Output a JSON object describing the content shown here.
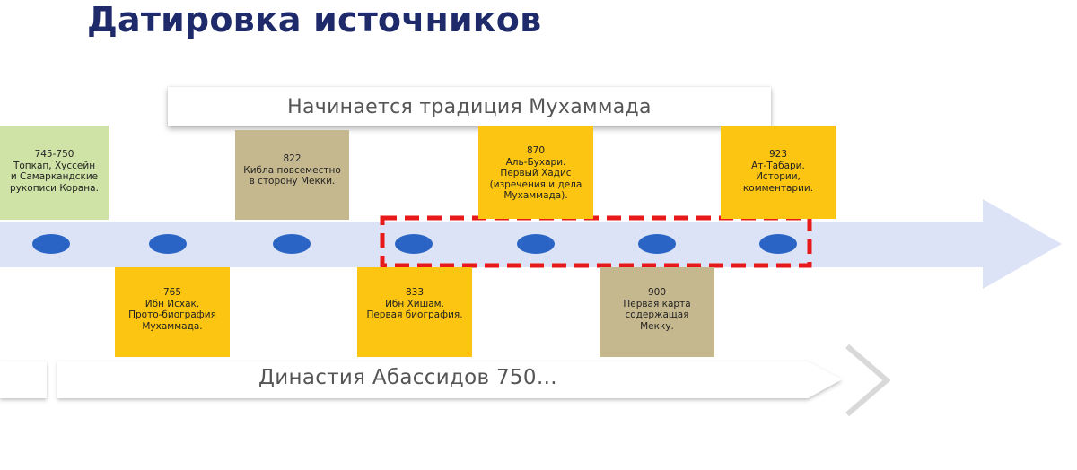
{
  "title": "Датировка источников",
  "banner": {
    "label": "Начинается традиция Мухаммада"
  },
  "timeline": {
    "arrow_color": "#dde3f7",
    "dot_color": "#2a64c4",
    "highlight_color": "#e8191a"
  },
  "dynasty": {
    "label": "Династия Абассидов 750…"
  },
  "events": {
    "e745": {
      "year": "745-750",
      "lines": [
        "Топкап, Хуссейн",
        "и Самаркандские",
        "рукописи Корана."
      ]
    },
    "e765": {
      "year": "765",
      "lines": [
        "Ибн Исхак.",
        "Прото-биография",
        "Мухаммада."
      ]
    },
    "e822": {
      "year": "822",
      "lines": [
        "Кибла повсеместно",
        "в сторону Мекки."
      ]
    },
    "e833": {
      "year": "833",
      "lines": [
        "Ибн Хишам.",
        "Первая биография."
      ]
    },
    "e870": {
      "year": "870",
      "lines": [
        "Аль-Бухари.",
        "Первый Хадис",
        "(изречения и дела",
        "Мухаммада)."
      ]
    },
    "e900": {
      "year": "900",
      "lines": [
        "Первая карта",
        "содержащая",
        "Мекку."
      ]
    },
    "e923": {
      "year": "923",
      "lines": [
        "Ат-Табари.",
        "Истории,",
        "комментарии."
      ]
    }
  },
  "colors": {
    "title": "#1f2a6b",
    "green_card": "#cfe3a6",
    "yellow_card": "#fcc511",
    "tan_card": "#c6b88e"
  }
}
